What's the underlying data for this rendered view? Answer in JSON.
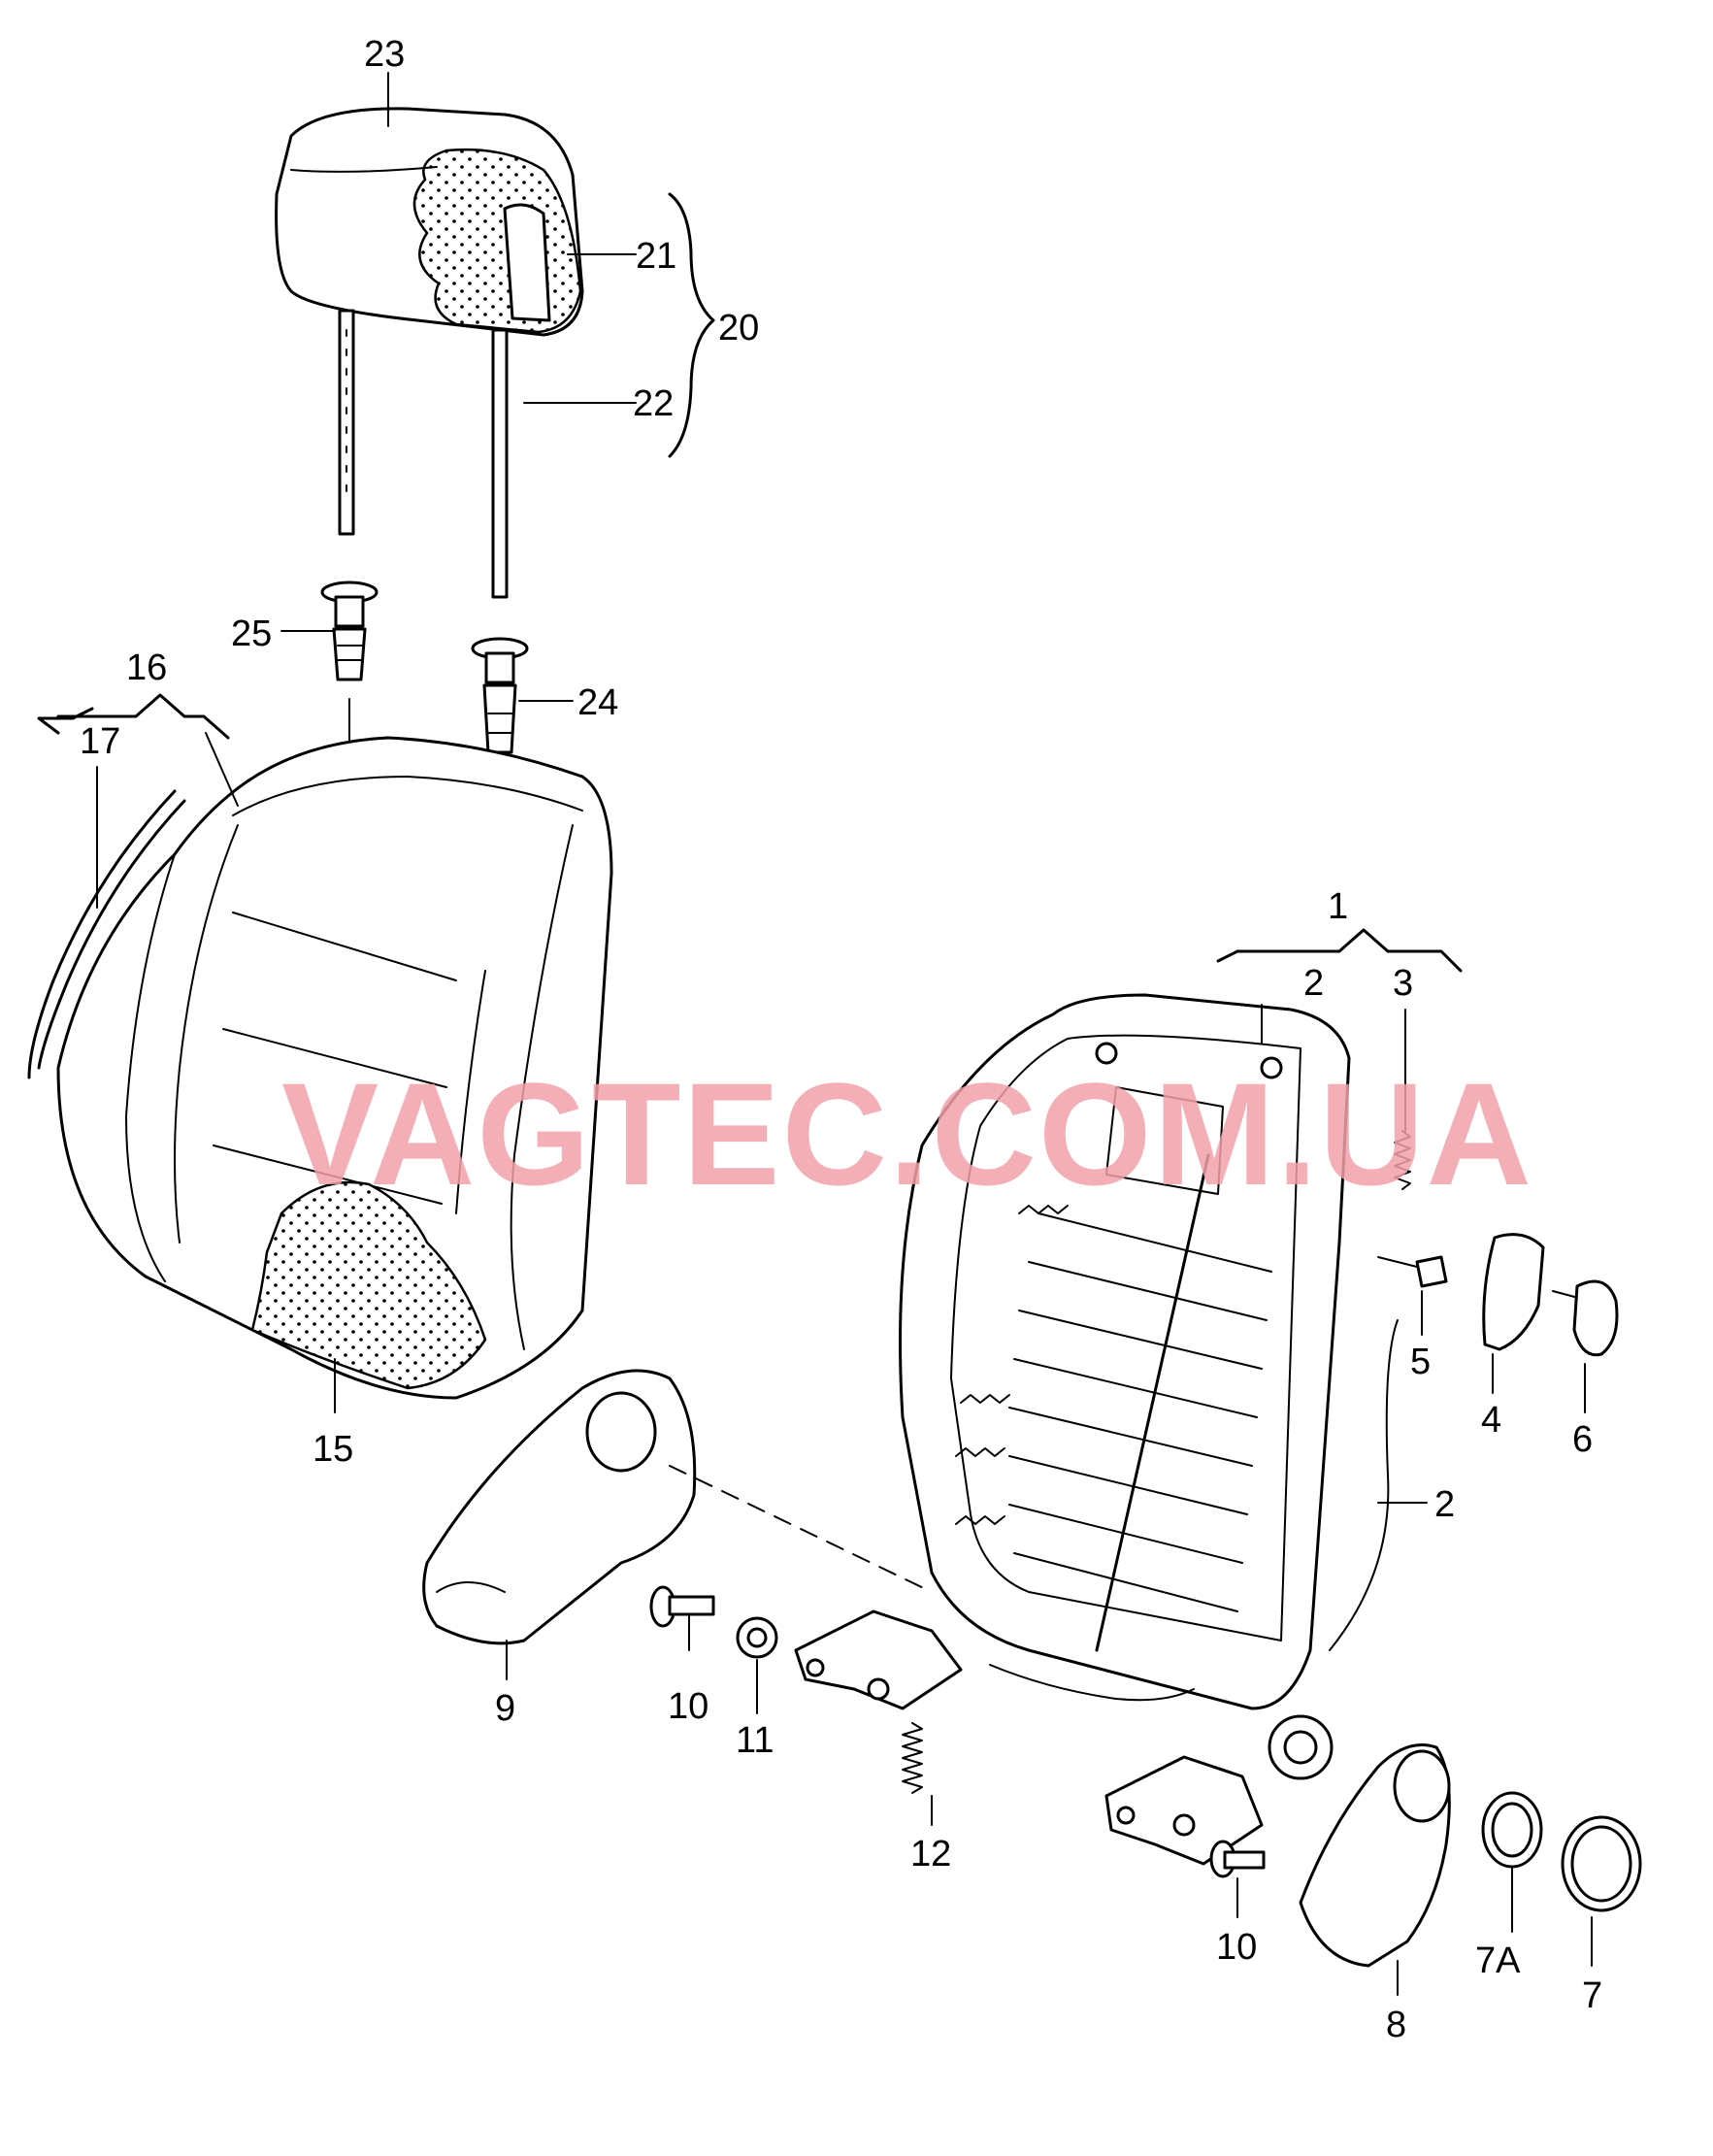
{
  "watermark": "VAGTEC.COM.UA",
  "callouts": {
    "c1": "1",
    "c2a": "2",
    "c2b": "2",
    "c3": "3",
    "c4": "4",
    "c5": "5",
    "c6": "6",
    "c7": "7",
    "c7a": "7A",
    "c8": "8",
    "c9": "9",
    "c10a": "10",
    "c10b": "10",
    "c11": "11",
    "c12": "12",
    "c15": "15",
    "c16": "16",
    "c17": "17",
    "c20": "20",
    "c21": "21",
    "c22": "22",
    "c23": "23",
    "c24": "24",
    "c25": "25"
  }
}
